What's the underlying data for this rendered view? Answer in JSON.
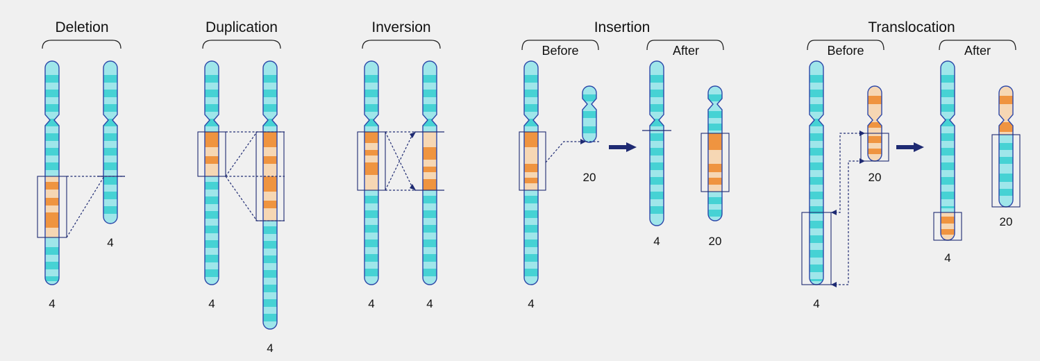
{
  "diagram": {
    "colors": {
      "cyan_base": "#9fe6ea",
      "cyan_band": "#46d2d4",
      "orange_base": "#f6d7b4",
      "orange_band": "#ef9440",
      "outline": "#2b47a8",
      "connector": "#1e2a72",
      "background": "#f0f0f0"
    },
    "panels": {
      "deletion": {
        "title": "Deletion",
        "labels": [
          "4",
          "4"
        ]
      },
      "duplication": {
        "title": "Duplication",
        "labels": [
          "4",
          "4"
        ]
      },
      "inversion": {
        "title": "Inversion",
        "labels": [
          "4",
          "4"
        ]
      },
      "insertion": {
        "title": "Insertion",
        "before": "Before",
        "after": "After",
        "labels": [
          "4",
          "20",
          "4",
          "20"
        ]
      },
      "translocation": {
        "title": "Translocation",
        "before": "Before",
        "after": "After",
        "labels": [
          "4",
          "20",
          "4",
          "20"
        ]
      }
    },
    "arrow_icon": "right-arrow-icon"
  }
}
